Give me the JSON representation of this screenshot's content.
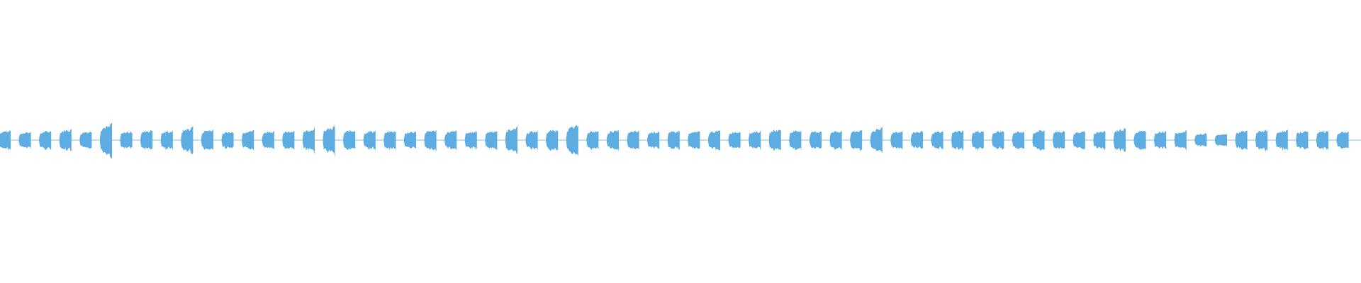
{
  "waveform": {
    "color": "#5dade2",
    "beats": 67,
    "bursts_per_beat": 1,
    "amplitude_levels": [
      0.62,
      0.55,
      0.6,
      0.7,
      0.58,
      0.95,
      0.56,
      0.65,
      0.6,
      0.78,
      0.7,
      0.56,
      0.64,
      0.6,
      0.62,
      0.72,
      0.8,
      0.66,
      0.62,
      0.6,
      0.58,
      0.66,
      0.6,
      0.56,
      0.62,
      0.78,
      0.6,
      0.68,
      0.9,
      0.6,
      0.64,
      0.6,
      0.58,
      0.6,
      0.56,
      0.62,
      0.58,
      0.6,
      0.7,
      0.66,
      0.6,
      0.62,
      0.64,
      0.72,
      0.6,
      0.58,
      0.56,
      0.64,
      0.62,
      0.6,
      0.58,
      0.66,
      0.62,
      0.56,
      0.6,
      0.74,
      0.62,
      0.6,
      0.58,
      0.44,
      0.4,
      0.6,
      0.66,
      0.64,
      0.6,
      0.62,
      0.58
    ]
  }
}
